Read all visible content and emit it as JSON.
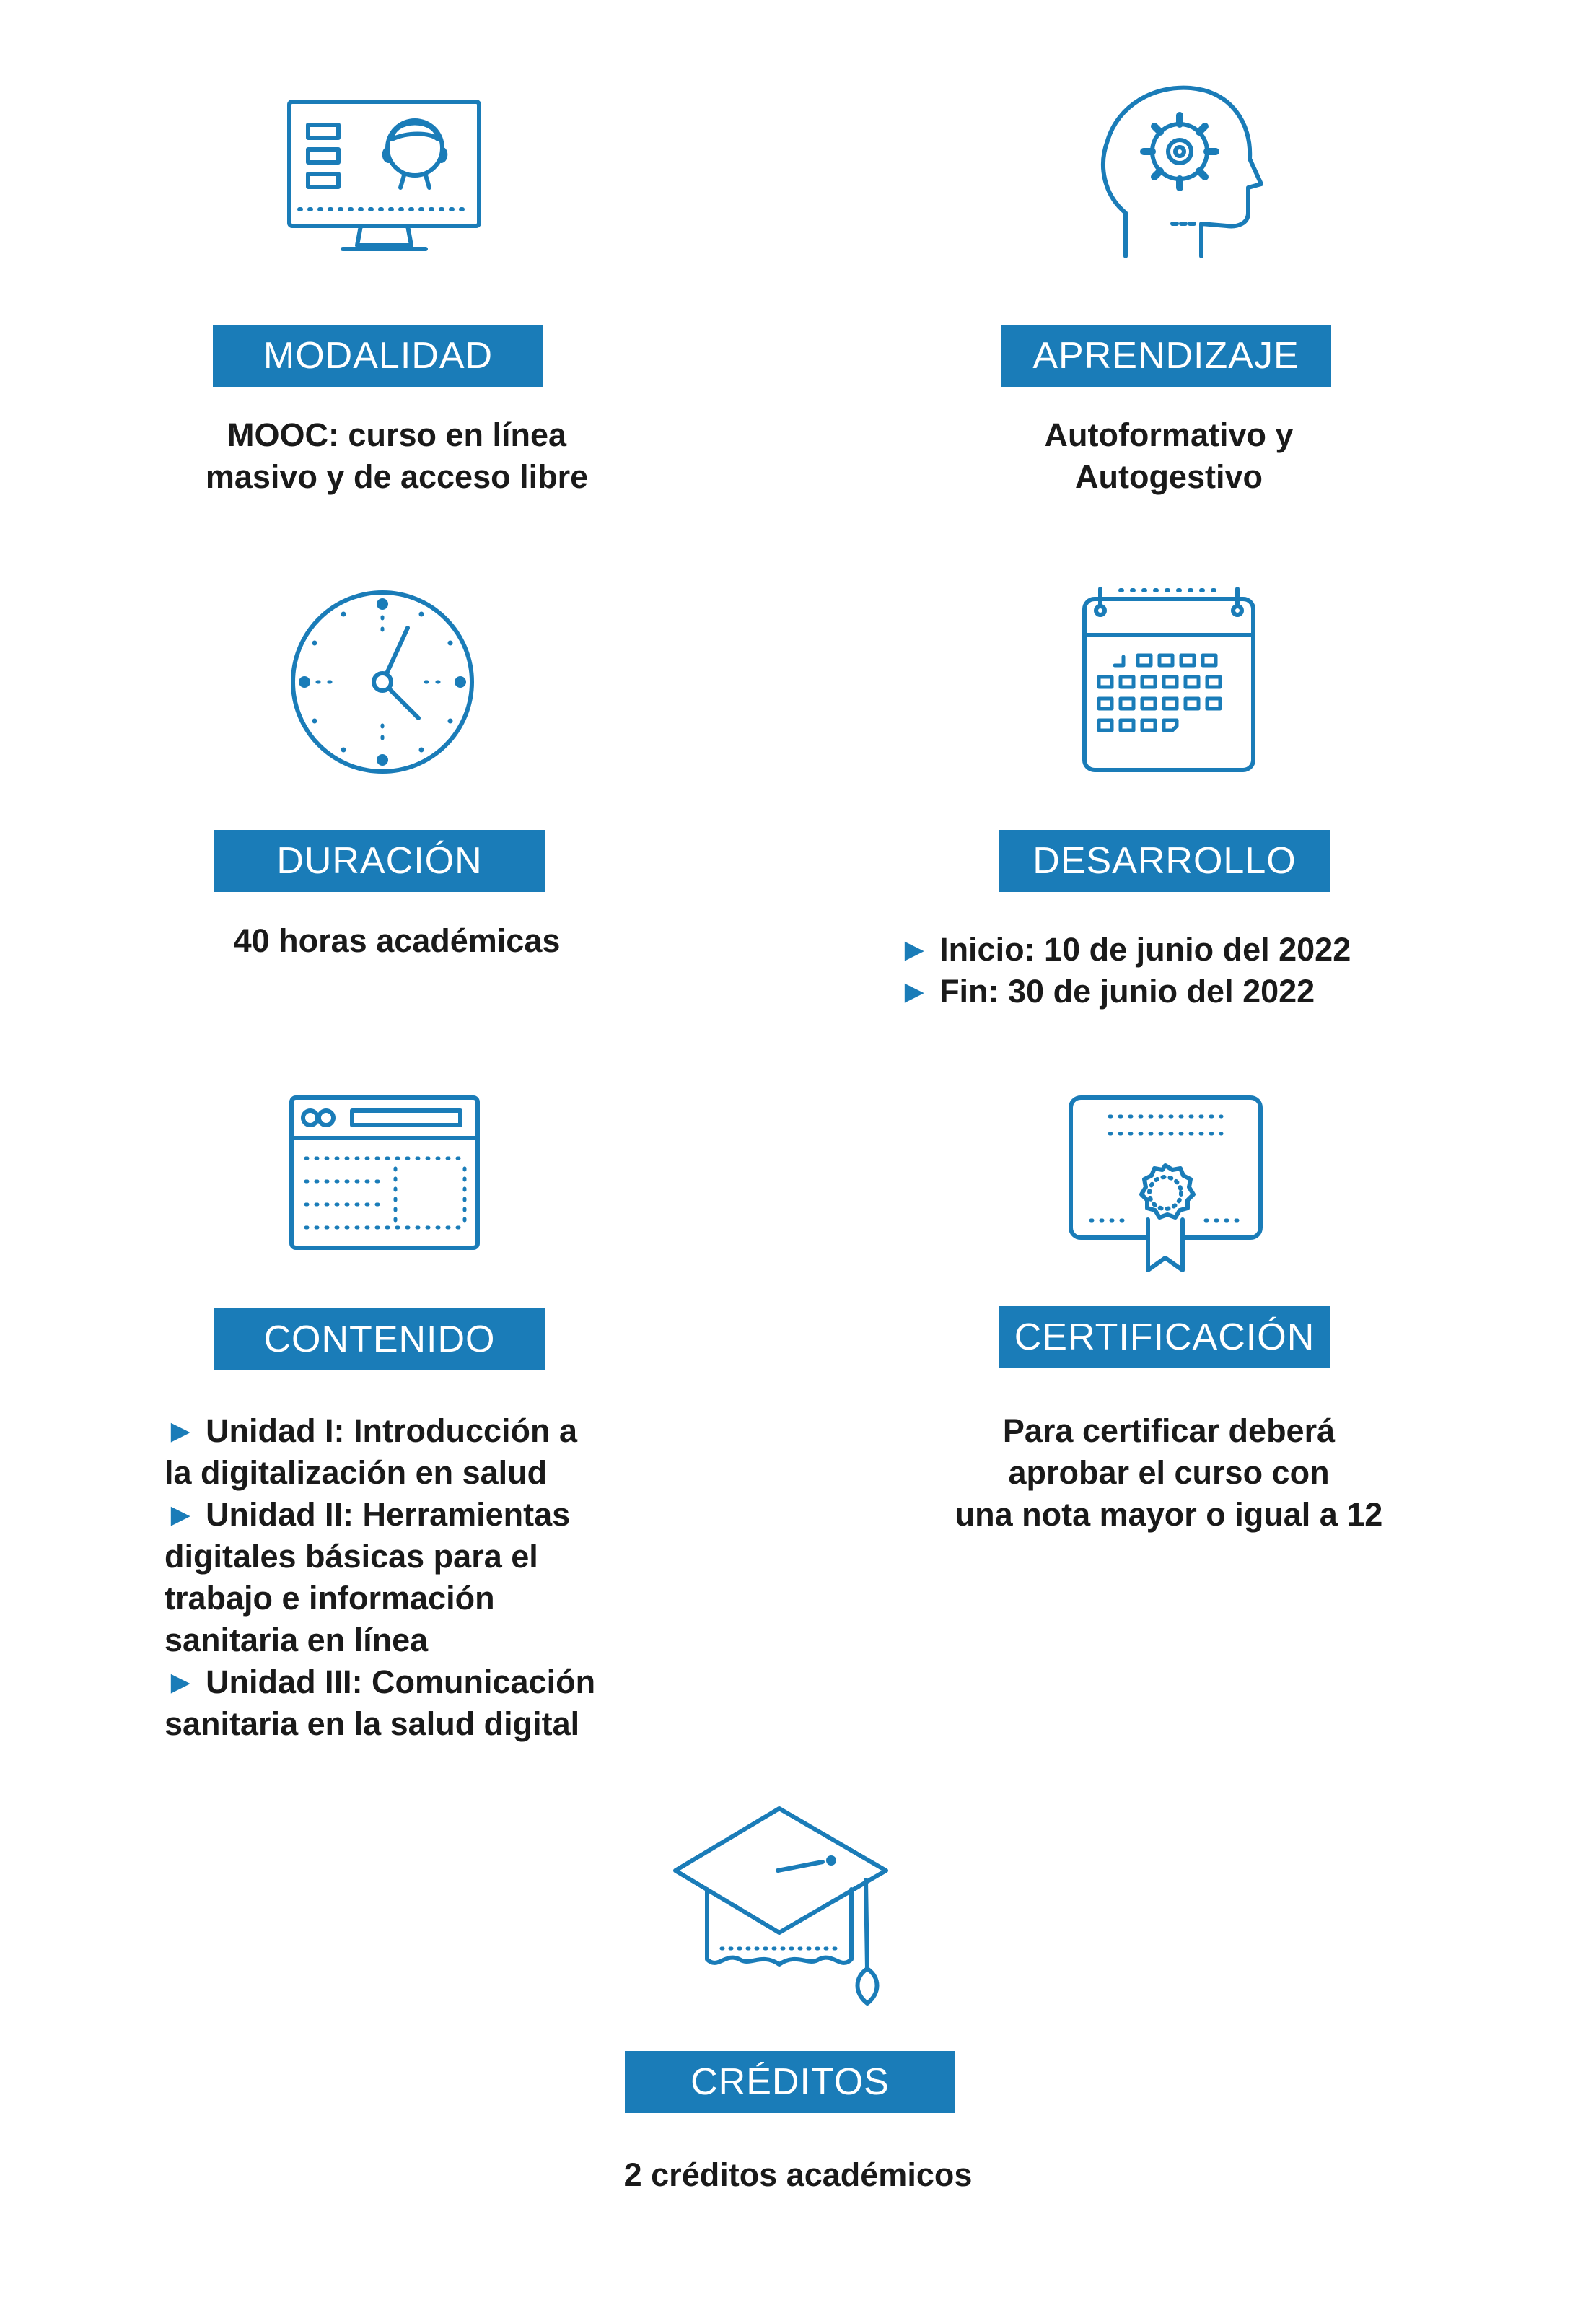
{
  "accent_color": "#1a7cb8",
  "sections": {
    "modalidad": {
      "icon": "monitor-user-icon",
      "label": "MODALIDAD",
      "lines": [
        "MOOC: curso en línea",
        "masivo y de acceso libre"
      ]
    },
    "aprendizaje": {
      "icon": "head-gear-icon",
      "label": "APRENDIZAJE",
      "lines": [
        "Autoformativo y",
        "Autogestivo"
      ]
    },
    "duracion": {
      "icon": "clock-icon",
      "label": "DURACIÓN",
      "lines": [
        "40 horas académicas"
      ]
    },
    "desarrollo": {
      "icon": "calendar-icon",
      "label": "DESARROLLO",
      "bullet": "►",
      "items": [
        "Inicio: 10 de junio del 2022",
        "Fin: 30 de junio del 2022"
      ]
    },
    "contenido": {
      "icon": "browser-layout-icon",
      "label": "CONTENIDO",
      "bullet": "►",
      "items": [
        {
          "first": "Unidad I: Introducción a",
          "rest": [
            "la digitalización en salud"
          ]
        },
        {
          "first": "Unidad II: Herramientas",
          "rest": [
            "digitales básicas para el",
            "trabajo e información",
            "sanitaria en línea"
          ]
        },
        {
          "first": "Unidad III: Comunicación",
          "rest": [
            "sanitaria en la salud digital"
          ]
        }
      ]
    },
    "certificacion": {
      "icon": "certificate-icon",
      "label": "CERTIFICACIÓN",
      "lines": [
        "Para certificar deberá",
        "aprobar el curso con",
        "una nota mayor o igual a 12"
      ]
    },
    "creditos": {
      "icon": "graduation-cap-icon",
      "label": "CRÉDITOS",
      "lines": [
        "2 créditos académicos"
      ]
    }
  }
}
